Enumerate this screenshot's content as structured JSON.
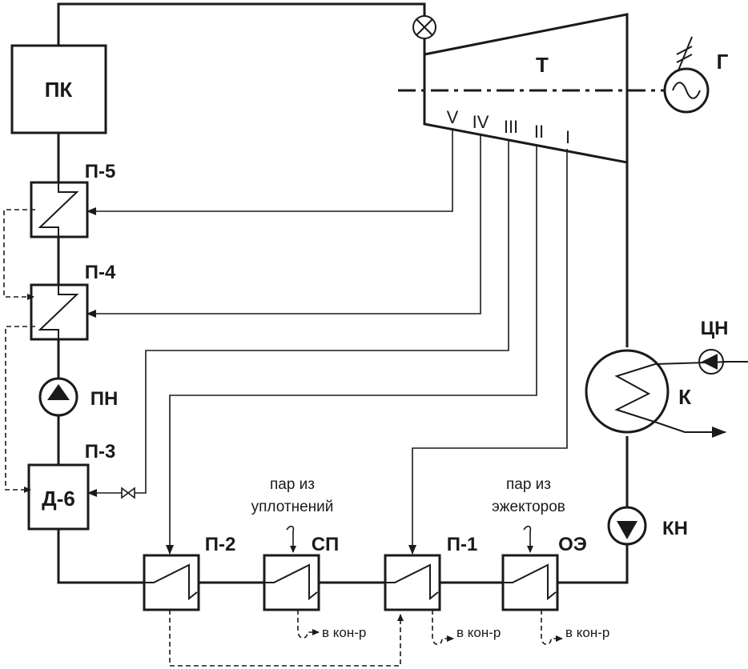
{
  "labels": {
    "boiler": "ПК",
    "turbine": "Т",
    "generator": "Г",
    "hp_heater_5": "П-5",
    "hp_heater_4": "П-4",
    "feed_pump": "ПН",
    "hp_heater_3": "П-3",
    "deaerator": "Д-6",
    "circ_pump": "ЦН",
    "condenser": "К",
    "cond_pump": "КН",
    "lp_heater_2": "П-2",
    "seal_cooler": "СП",
    "lp_heater_1": "П-1",
    "ejector_cooler": "ОЭ"
  },
  "extractions": [
    "V",
    "IV",
    "III",
    "II",
    "I"
  ],
  "notes": {
    "seal_line1": "пар из",
    "seal_line2": "уплотнений",
    "ejector_line1": "пар из",
    "ejector_line2": "эжекторов",
    "to_condenser_1": "в кон-р",
    "to_condenser_2": "в кон-р",
    "to_condenser_3": "в кон-р"
  }
}
